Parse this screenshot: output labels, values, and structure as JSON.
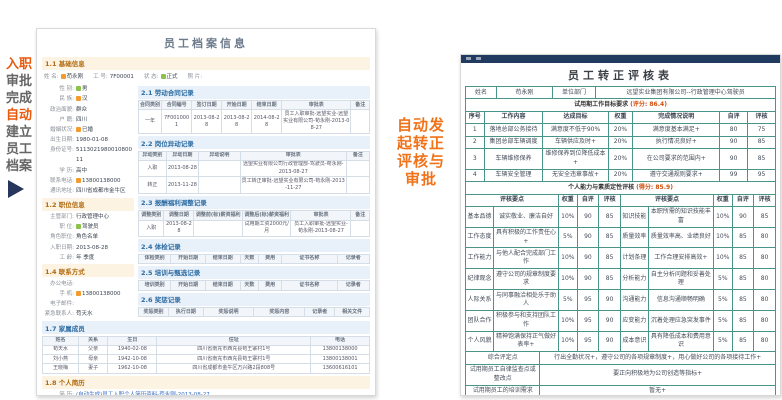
{
  "annotations": {
    "left_flow": {
      "words": [
        {
          "text": "入职",
          "em": true
        },
        {
          "text": "审批",
          "em": false
        },
        {
          "text": "完成",
          "em": false
        },
        {
          "text": "自动",
          "em": true
        },
        {
          "text": "建立",
          "em": false
        },
        {
          "text": "员工",
          "em": false
        },
        {
          "text": "档案",
          "em": false
        }
      ]
    },
    "mid_flow": {
      "lines": [
        "自动发",
        "起转正",
        "评核与",
        "审批"
      ]
    }
  },
  "left_panel": {
    "title": "员工档案信息",
    "base_header": "1.1 基础信息",
    "top_fields": [
      {
        "l": "姓  名",
        "v": "苟永刚",
        "b": "o"
      },
      {
        "l": "工  号",
        "v": "7F00001"
      },
      {
        "l": "状  态",
        "v": "正式",
        "b": "g"
      },
      {
        "l": "照  片",
        "v": ""
      }
    ],
    "left_column": [
      {
        "t": "f",
        "l": "性  别",
        "v": "男",
        "b": "g"
      },
      {
        "t": "f",
        "l": "民  族",
        "v": "汉",
        "b": "o"
      },
      {
        "t": "f",
        "l": "政治面貌",
        "v": "群众"
      },
      {
        "t": "f",
        "l": "户  籍",
        "v": "四川"
      },
      {
        "t": "f",
        "l": "婚姻状况",
        "v": "已婚",
        "b": "o"
      },
      {
        "t": "f",
        "l": "出生日期",
        "v": "1980-01-08"
      },
      {
        "t": "f",
        "l": "身份证号",
        "v": "511302198001080011"
      },
      {
        "t": "f",
        "l": "学  历",
        "v": "高中"
      },
      {
        "t": "f",
        "l": "联系电话",
        "v": "13800138000",
        "b": "o"
      },
      {
        "t": "f",
        "l": "通讯地址",
        "v": "四川省成都市金牛区"
      },
      {
        "t": "h",
        "s": "orange",
        "x": "1.2 职位信息"
      },
      {
        "t": "f",
        "l": "主管部门",
        "v": "行政管理中心"
      },
      {
        "t": "f",
        "l": "职  位",
        "v": "驾驶员",
        "b": "g"
      },
      {
        "t": "f",
        "l": "角色职位",
        "v": "角色名单"
      },
      {
        "t": "f",
        "l": "入职日期",
        "v": "2013-08-28"
      },
      {
        "t": "f",
        "l": "工  龄",
        "v": "年  季度"
      },
      {
        "t": "h",
        "s": "orange",
        "x": "1.4 联系方式"
      },
      {
        "t": "f",
        "l": "办公电话",
        "v": ""
      },
      {
        "t": "f",
        "l": "手  机",
        "v": "13800138000",
        "b": "o"
      },
      {
        "t": "f",
        "l": "电子邮件",
        "v": ""
      },
      {
        "t": "f",
        "l": "紧急联系人",
        "v": "苟天水"
      }
    ],
    "record_blocks": [
      {
        "header": "2.1 劳动合同记录",
        "headers": [
          "合同类别",
          "合同编号",
          "签订日期",
          "开始日期",
          "结束日期",
          "审批表",
          "备注"
        ],
        "widths": [
          10,
          13,
          13,
          13,
          13,
          30,
          8
        ],
        "link_cols": [
          5
        ],
        "rows": [
          [
            "一年",
            "7F0010001",
            "2013-08-28",
            "2013-08-28",
            "2014-08-28",
            "员工入职审批-远望实业-远望实业有限公司-苟永刚-2013-08-27",
            ""
          ]
        ]
      },
      {
        "header": "2.2 岗位异动记录",
        "headers": [
          "异动类别",
          "异动日期",
          "异动说明",
          "审批表",
          "备注"
        ],
        "widths": [
          12,
          14,
          18,
          46,
          10
        ],
        "link_cols": [
          3
        ],
        "rows": [
          [
            "入职",
            "2013-08-28",
            "",
            "远望实业有限公司行政管理部-驾驶员-苟永刚-2013-08-27",
            ""
          ],
          [
            "转正",
            "2013-11-28",
            "",
            "员工转正审批-远望实业有限公司-苟永刚-2013-11-27",
            ""
          ]
        ]
      },
      {
        "header": "2.3 报酬福利调整记录",
        "headers": [
          "调整类别",
          "调整日期",
          "调整前(标)薪资福利",
          "调整后(标)薪资福利",
          "审批表",
          "备注"
        ],
        "widths": [
          11,
          13,
          21,
          21,
          26,
          8
        ],
        "link_cols": [
          4
        ],
        "rows": [
          [
            "入职",
            "2013-08-28",
            "",
            "试用期工资2000元/月",
            "员工入职审批-远望实业-苟永刚-2013-08-27",
            ""
          ]
        ]
      },
      {
        "header": "2.4 体检记录",
        "headers": [
          "体检类别",
          "开始日期",
          "结束日期",
          "天数",
          "费用",
          "证书名称",
          "记录者"
        ],
        "widths": [
          14,
          15,
          15,
          8,
          10,
          24,
          14
        ],
        "rows": []
      },
      {
        "header": "2.5 培训与甄选记录",
        "headers": [
          "培训类别",
          "开始日期",
          "结束日期",
          "天数",
          "费用",
          "证书名称",
          "记录者"
        ],
        "widths": [
          14,
          15,
          15,
          8,
          10,
          24,
          14
        ],
        "rows": []
      },
      {
        "header": "2.6 奖惩记录",
        "headers": [
          "奖惩类别",
          "执行日期",
          "奖惩说明",
          "奖惩内容",
          "记录者",
          "相关文件"
        ],
        "widths": [
          13,
          15,
          22,
          22,
          13,
          15
        ],
        "rows": []
      }
    ],
    "family": {
      "header": "1.7 家属成员",
      "headers": [
        "姓名",
        "关系",
        "生日",
        "住址",
        "电话"
      ],
      "widths": [
        11,
        9,
        15,
        47,
        18
      ],
      "rows": [
        [
          "苟天水",
          "父亲",
          "1940-02-08",
          "四川省南充市西充县苟王寨村1号",
          "13800138000"
        ],
        [
          "刘小燕",
          "母亲",
          "1942-10-08",
          "四川省南充市西充县苟王寨村1号",
          "13800138001"
        ],
        [
          "王晓梅",
          "妻子",
          "1962-10-08",
          "四川省成都市金牛区万兴路2段808号",
          "13600616101"
        ]
      ]
    },
    "resume": {
      "header": "1.8 个人简历",
      "label": "简  历",
      "value": "(自动生成)员工入职个人简历资料-苟永刚-2013-08-27"
    }
  },
  "right_panel": {
    "title": "员工转正评核表",
    "info": {
      "name_label": "姓名",
      "name": "苟永刚",
      "dept_label": "单位部门",
      "dept": "远望实业集团有限公司--行政管理中心驾驶员"
    },
    "goal_section": {
      "title": "试用期工作目标要求",
      "score_label": "评分:",
      "score": "86.4"
    },
    "goal_table": {
      "headers": [
        "序号",
        "工作内容",
        "达成目标",
        "权重",
        "完成情况说明",
        "自评",
        "评核"
      ],
      "widths": [
        6,
        19,
        21,
        8,
        28,
        9,
        9
      ],
      "score_cols": [
        5,
        6
      ],
      "rows": [
        [
          "1",
          "落地总部公务接待",
          "满意度不低于90%",
          "20%",
          "满意度基本满足+",
          "80",
          "75"
        ],
        [
          "2",
          "集团总部车辆调度",
          "车辆供应及时+",
          "20%",
          "执行情况良好+",
          "90",
          "85"
        ],
        [
          "3",
          "车辆维修保养",
          "维修保养到位降低成本+",
          "20%",
          "在公司要求的范围内+",
          "90",
          "85"
        ],
        [
          "4",
          "车辆安全管理",
          "无安全违章事故+",
          "20%",
          "遵守交通规则要求+",
          "99",
          "95"
        ]
      ]
    },
    "ability_section": {
      "title": "个人能力与素质定性评核",
      "score_label": "得分:",
      "score": "85.9"
    },
    "ability_headers": {
      "point": "评核要点",
      "weight": "权重",
      "self": "自评",
      "review": "评核"
    },
    "ability_col_widths": [
      9,
      21,
      6,
      7,
      7,
      9,
      21,
      6,
      7,
      7
    ],
    "ability_rows": [
      [
        "基本品德",
        "诚实敬业、廉洁自好",
        "10%",
        "90",
        "85",
        "知识技能",
        "本职所需的知识技能丰富",
        "10%",
        "90",
        "85"
      ],
      [
        "工作态度",
        "具有积极的工作责任心+",
        "5%",
        "90",
        "85",
        "质量效率",
        "质量效率高、业绩良好",
        "10%",
        "85",
        "80"
      ],
      [
        "工作能力",
        "与他人配合完成部门工作",
        "10%",
        "90",
        "85",
        "计划条理",
        "工作合理安排高效+",
        "10%",
        "85",
        "80"
      ],
      [
        "纪律观念",
        "遵守公司的规章制度要求",
        "10%",
        "90",
        "85",
        "分析能力",
        "自主分析问题和妥善处理",
        "5%",
        "85",
        "80"
      ],
      [
        "人际关系",
        "与同事融洽相处乐于助人",
        "5%",
        "95",
        "90",
        "沟通能力",
        "信息沟通顺畅明确",
        "5%",
        "85",
        "80"
      ],
      [
        "团队合作",
        "积极参与和支持团队工作",
        "10%",
        "95",
        "90",
        "应变能力",
        "沉着处理应急突发事件",
        "5%",
        "85",
        "80"
      ],
      [
        "个人风貌",
        "精神饱满保持正气做好表率+",
        "10%",
        "95",
        "90",
        "成本意识",
        "具有降低成本和费用意识",
        "5%",
        "85",
        "80"
      ]
    ],
    "summary_row": {
      "label": "综合评定点",
      "value": "行出全勤状况+，遵守公司的各项规章制度+，用心做好公司的各项接待工作+"
    },
    "bottom_rows": [
      {
        "label": "试用期员工自律监查点或整改点",
        "value": "要正向积极地为公司创造等指标+"
      },
      {
        "label": "试用期员工的培训需求",
        "value": "暂无+"
      }
    ]
  }
}
